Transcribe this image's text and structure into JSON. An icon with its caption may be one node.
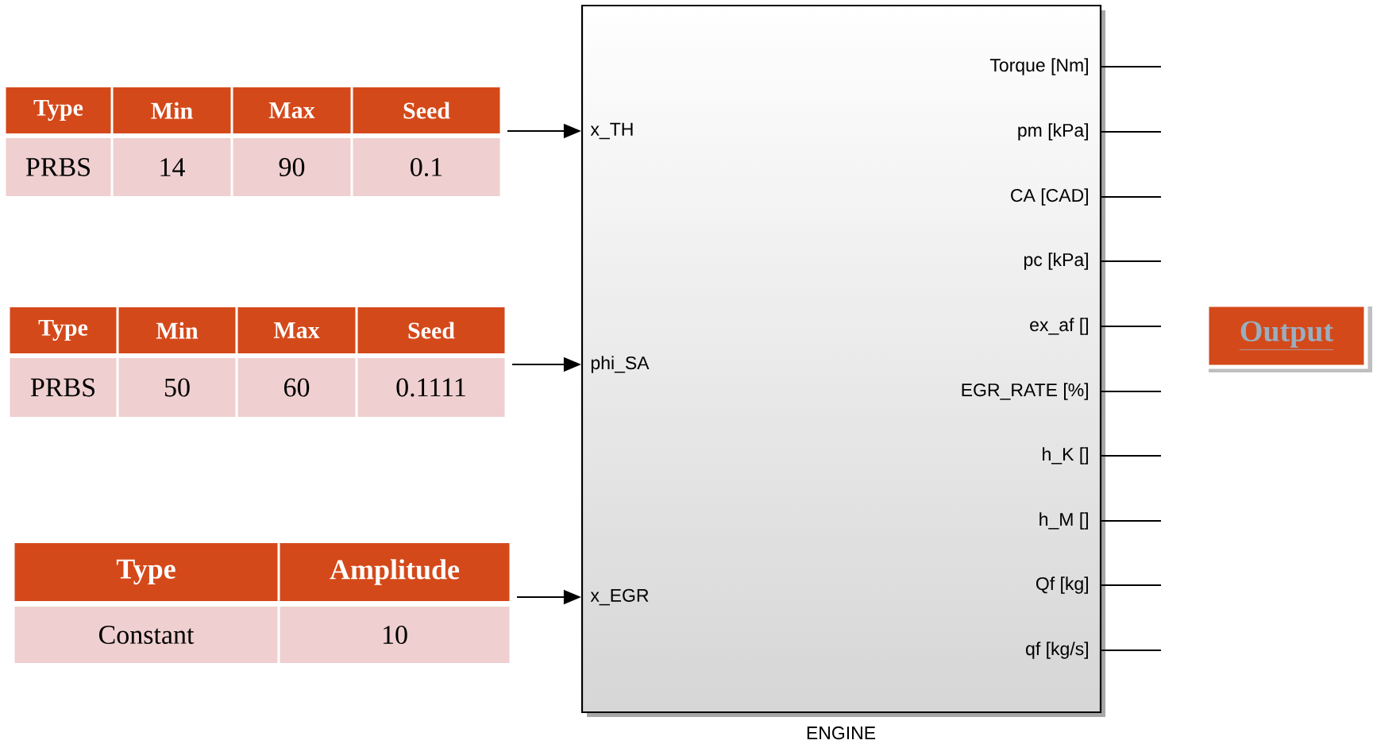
{
  "diagram": {
    "nodes": [
      {
        "text": [
          "Type",
          "Min",
          "Max",
          "Seed",
          "PRBS",
          "14",
          "90",
          "0.1"
        ]
      },
      {
        "text": [
          "Type",
          "Min",
          "Max",
          "Seed",
          "PRBS",
          "50",
          "60",
          "0.1111"
        ]
      },
      {
        "text": [
          "Type",
          "Amplitude",
          "Constant",
          "10"
        ]
      },
      {
        "text": [
          "x_TH",
          "phi_SA",
          "x_EGR",
          "Torque [Nm]",
          "pm [kPa]",
          "CA [CAD]",
          "pc [kPa]",
          "ex_af []",
          "EGR_RATE [%]",
          "h_K []",
          "h_M []",
          "Qf [kg]",
          "qf [kg/s]",
          "ENGINE"
        ]
      },
      {
        "text": [
          "Output"
        ]
      }
    ],
    "edges": [
      {
        "from": 0,
        "to": 3,
        "arrow": "to"
      },
      {
        "from": 1,
        "to": 3,
        "arrow": "to"
      },
      {
        "from": 2,
        "to": 3,
        "arrow": "to"
      },
      {
        "from": 3,
        "to": null,
        "arrow": "none"
      },
      {
        "from": 3,
        "to": null,
        "arrow": "none"
      },
      {
        "from": 3,
        "to": null,
        "arrow": "none"
      },
      {
        "from": 3,
        "to": null,
        "arrow": "none"
      },
      {
        "from": 3,
        "to": null,
        "arrow": "none"
      },
      {
        "from": 3,
        "to": null,
        "arrow": "none"
      },
      {
        "from": 3,
        "to": null,
        "arrow": "none"
      },
      {
        "from": 3,
        "to": null,
        "arrow": "none"
      },
      {
        "from": 3,
        "to": null,
        "arrow": "none"
      },
      {
        "from": 3,
        "to": null,
        "arrow": "none"
      }
    ]
  }
}
